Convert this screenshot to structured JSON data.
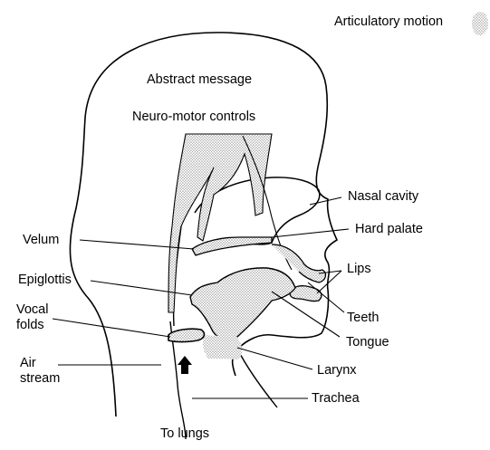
{
  "header": {
    "motion_label": "Articulatory motion"
  },
  "head_text": {
    "message": "Abstract message",
    "controls": "Neuro-motor controls"
  },
  "labels": {
    "nasal_cavity": "Nasal cavity",
    "hard_palate": "Hard palate",
    "velum": "Velum",
    "lips": "Lips",
    "epiglottis": "Epiglottis",
    "vocal_folds": "Vocal\nfolds",
    "teeth": "Teeth",
    "tongue": "Tongue",
    "air_stream": "Air\nstream",
    "larynx": "Larynx",
    "trachea": "Trachea",
    "to_lungs": "To lungs"
  },
  "colors": {
    "line": "#000000",
    "stipple": "#9a9a9a",
    "background": "#ffffff"
  },
  "icons": {
    "air_arrow": "up-arrow-icon",
    "motion_swatch": "stipple-swatch"
  }
}
